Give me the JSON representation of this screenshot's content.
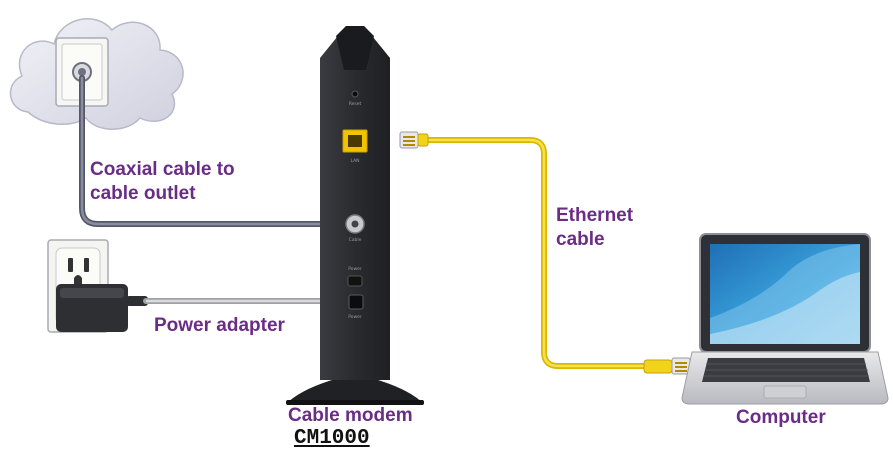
{
  "labels": {
    "coax_line1": "Coaxial cable to",
    "coax_line2": "cable outlet",
    "ethernet_line1": "Ethernet",
    "ethernet_line2": "cable",
    "power_adapter": "Power adapter",
    "cable_modem": "Cable modem",
    "model": "CM1000",
    "computer": "Computer"
  },
  "modem_ports": {
    "reset": "Reset",
    "lan": "LAN",
    "cable": "Cable",
    "power_switch": "Power",
    "power_in": "Power"
  },
  "colors": {
    "label_text": "#6a2d86",
    "ethernet_cable": "#f2d31c",
    "coax_cable": "#6f7180",
    "power_cord": "#bfc1c5",
    "modem_body": "#2b2c30",
    "cloud": "#dcdde8",
    "laptop_screen": "#2d8ec8"
  },
  "icons": [
    "cloud-icon",
    "wall-cable-outlet-icon",
    "power-outlet-icon",
    "power-adapter-icon",
    "cable-modem-icon",
    "laptop-icon"
  ]
}
